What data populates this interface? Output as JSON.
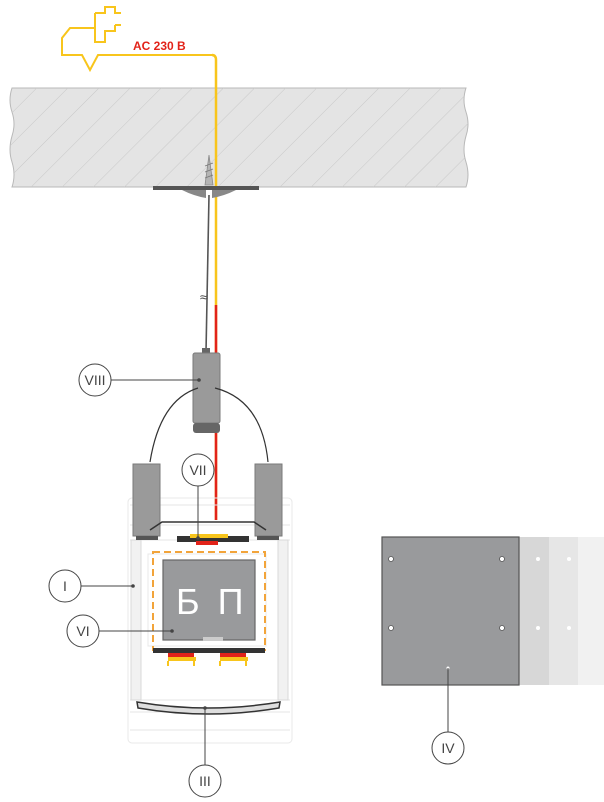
{
  "power_label": "AC 230 B",
  "psu_label": "Б П",
  "callouts": {
    "i": "I",
    "iii": "III",
    "iv": "IV",
    "vi": "VI",
    "vii": "VII",
    "viii": "VIII"
  },
  "colors": {
    "wire_yellow": "#f8c51c",
    "wire_red": "#e2231a",
    "housing_gray": "#999a9c",
    "ceiling_fill": "#e2e2e2",
    "profile_gray": "#dcdcdc"
  }
}
